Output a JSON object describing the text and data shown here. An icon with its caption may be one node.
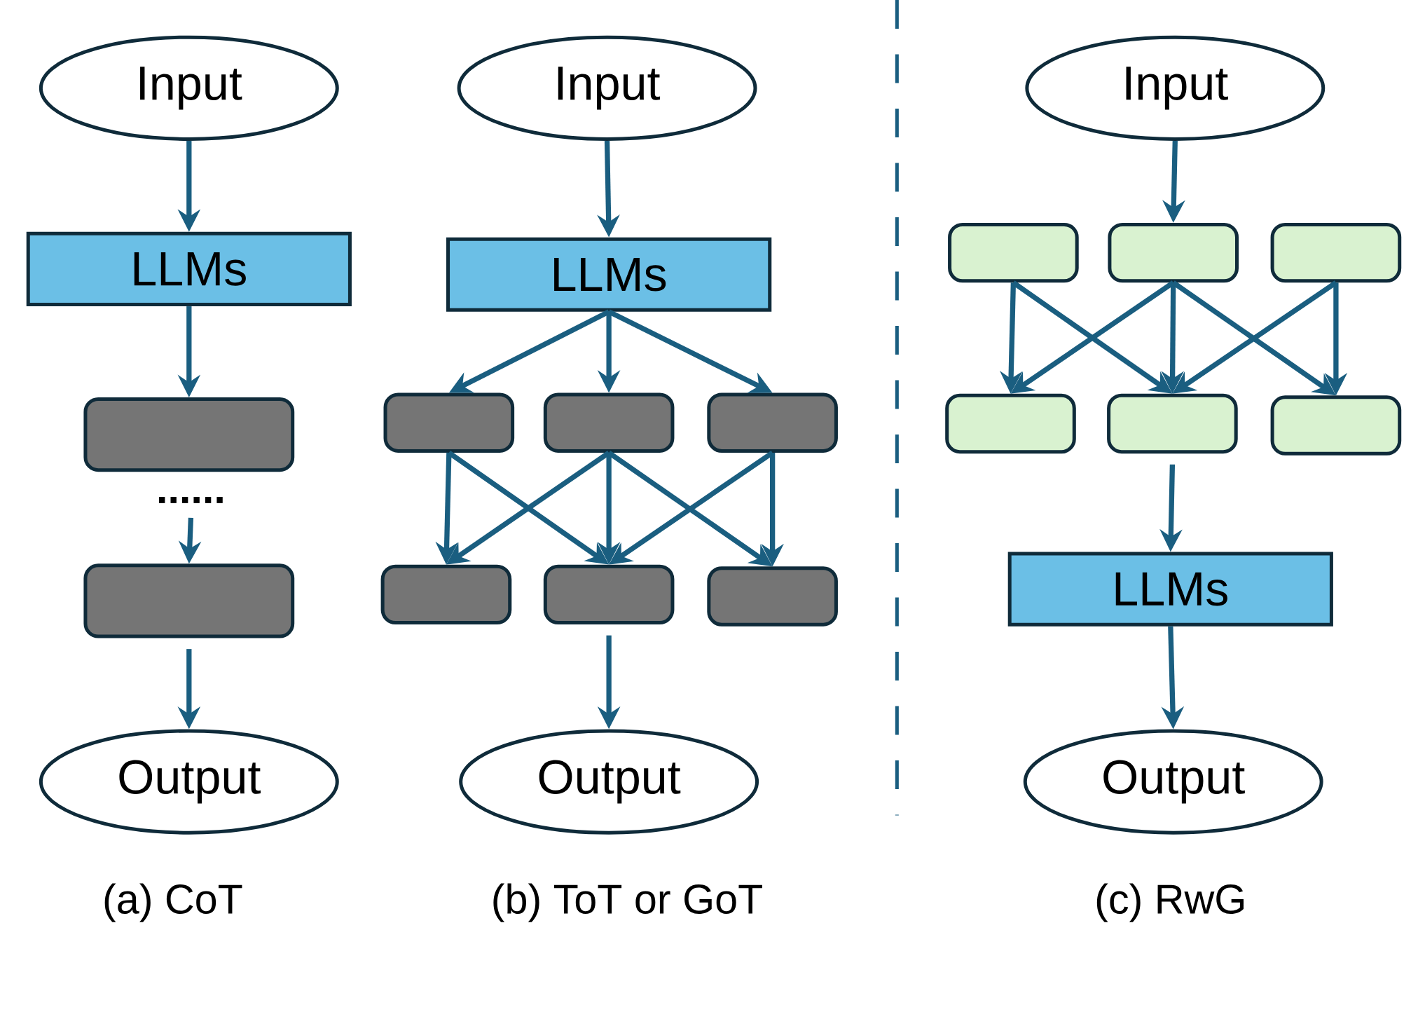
{
  "diagram": {
    "nodes": [
      {
        "text": [
          "Input"
        ]
      },
      {
        "text": [
          "LLMs"
        ]
      },
      {
        "text": [],
        "shape": "box"
      },
      {
        "text": [
          "......"
        ]
      },
      {
        "text": [],
        "shape": "box"
      },
      {
        "text": [
          "Output"
        ]
      },
      {
        "text": [
          "Input"
        ]
      },
      {
        "text": [
          "LLMs"
        ]
      },
      {
        "text": [],
        "shape": "box"
      },
      {
        "text": [],
        "shape": "box"
      },
      {
        "text": [],
        "shape": "box"
      },
      {
        "text": [],
        "shape": "box"
      },
      {
        "text": [],
        "shape": "box"
      },
      {
        "text": [],
        "shape": "box"
      },
      {
        "text": [
          "Output"
        ]
      },
      {
        "text": [
          "Input"
        ]
      },
      {
        "text": [],
        "shape": "box"
      },
      {
        "text": [],
        "shape": "box"
      },
      {
        "text": [],
        "shape": "box"
      },
      {
        "text": [],
        "shape": "box"
      },
      {
        "text": [],
        "shape": "box"
      },
      {
        "text": [],
        "shape": "box"
      },
      {
        "text": [
          "LLMs"
        ]
      },
      {
        "text": [
          "Output"
        ]
      }
    ],
    "edges": [
      {
        "from": 0,
        "to": 1,
        "arrow": "to"
      },
      {
        "from": 1,
        "to": 2,
        "arrow": "to"
      },
      {
        "from": 3,
        "to": 4,
        "arrow": "to"
      },
      {
        "from": 4,
        "to": 5,
        "arrow": "to"
      },
      {
        "from": 6,
        "to": 7,
        "arrow": "to"
      },
      {
        "from": 7,
        "to": 8,
        "arrow": "to"
      },
      {
        "from": 7,
        "to": 9,
        "arrow": "to"
      },
      {
        "from": 7,
        "to": 10,
        "arrow": "to"
      },
      {
        "from": 8,
        "to": 11,
        "arrow": "to"
      },
      {
        "from": 8,
        "to": 12,
        "arrow": "to"
      },
      {
        "from": 9,
        "to": 11,
        "arrow": "to"
      },
      {
        "from": 9,
        "to": 12,
        "arrow": "to"
      },
      {
        "from": 9,
        "to": 13,
        "arrow": "to"
      },
      {
        "from": 10,
        "to": 12,
        "arrow": "to"
      },
      {
        "from": 10,
        "to": 13,
        "arrow": "to"
      },
      {
        "from": 12,
        "to": 14,
        "arrow": "to"
      },
      {
        "from": 15,
        "to": 17,
        "arrow": "to"
      },
      {
        "from": 16,
        "to": 19,
        "arrow": "to"
      },
      {
        "from": 16,
        "to": 20,
        "arrow": "to"
      },
      {
        "from": 17,
        "to": 19,
        "arrow": "to"
      },
      {
        "from": 17,
        "to": 20,
        "arrow": "to"
      },
      {
        "from": 17,
        "to": 21,
        "arrow": "to"
      },
      {
        "from": 18,
        "to": 20,
        "arrow": "to"
      },
      {
        "from": 18,
        "to": 21,
        "arrow": "to"
      },
      {
        "from": 20,
        "to": 22,
        "arrow": "to"
      },
      {
        "from": 22,
        "to": 23,
        "arrow": "to"
      }
    ],
    "labels": [
      "(a) CoT",
      "(b) ToT or GoT",
      "(c) RwG"
    ]
  }
}
